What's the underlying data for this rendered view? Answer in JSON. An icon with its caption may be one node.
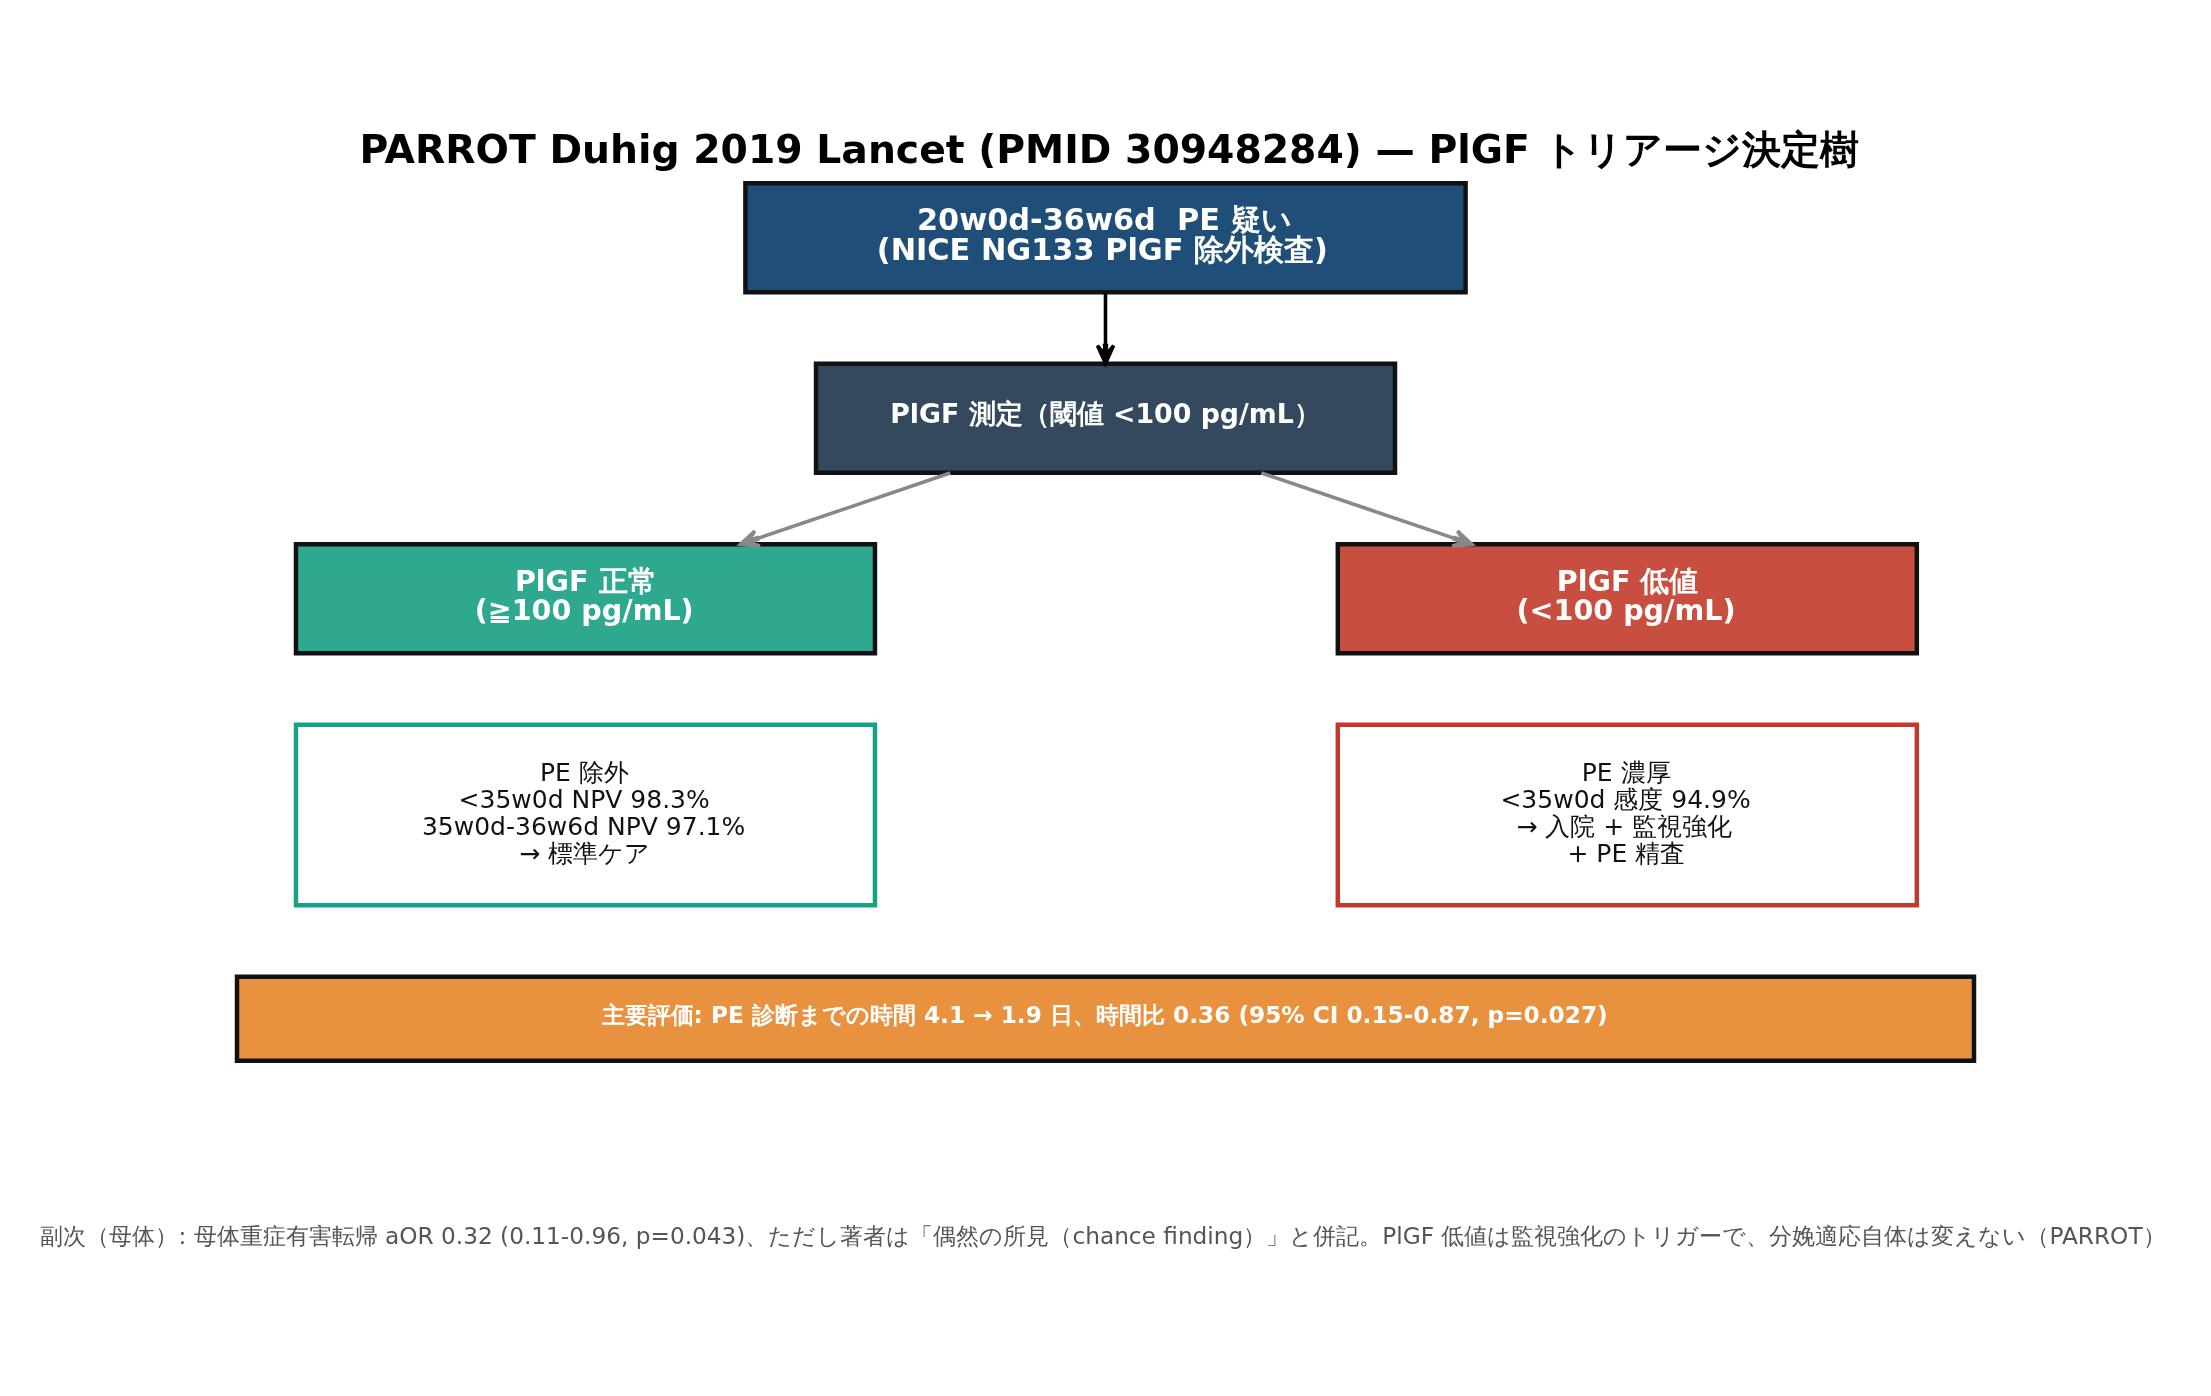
{
  "diagram": {
    "title": "PARROT Duhig 2019 Lancet (PMID 30948284) — PlGF トリアージ決定樹",
    "caption": "副次（母体）: 母体重症有害転帰 aOR 0.32 (0.11-0.96, p=0.043)、ただし著者は「偶然の所見（chance finding）」と併記。PlGF 低値は監視強化のトリガーで、分娩適応自体は変えない（PARROT）",
    "nodes": [
      {
        "text": [
          "20w0d-36w6d  PE 疑い",
          "(NICE NG133 PlGF 除外検査)"
        ]
      },
      {
        "text": [
          "PlGF 測定（閾値 <100 pg/mL）"
        ]
      },
      {
        "text": [
          "PlGF 正常",
          "(≧100 pg/mL)"
        ]
      },
      {
        "text": [
          "PlGF 低値",
          "(<100 pg/mL)"
        ]
      },
      {
        "text": [
          "PE 除外",
          "<35w0d NPV 98.3%",
          "35w0d-36w6d NPV 97.1%",
          "→ 標準ケア"
        ]
      },
      {
        "text": [
          "PE 濃厚",
          "<35w0d 感度 94.9%",
          "→ 入院 + 監視強化",
          "+ PE 精査"
        ]
      },
      {
        "text": [
          "主要評価: PE 診断までの時間 4.1 → 1.9 日、時間比 0.36 (95% CI 0.15-0.87, p=0.027)"
        ]
      }
    ],
    "edges": [
      {
        "from": 0,
        "to": 1,
        "arrow": "to",
        "color": "#000000"
      },
      {
        "from": 1,
        "to": 2,
        "arrow": "to"
      },
      {
        "from": 1,
        "to": 3,
        "arrow": "to"
      }
    ]
  }
}
